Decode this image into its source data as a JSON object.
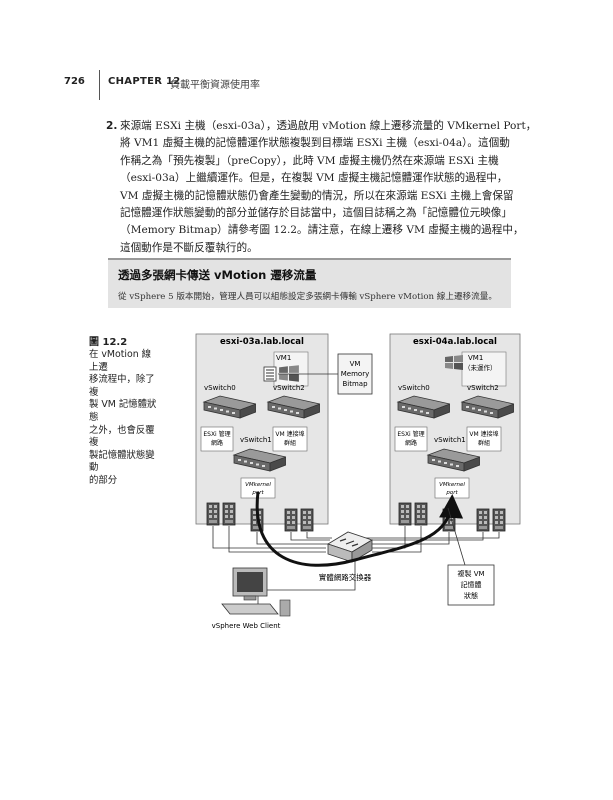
{
  "header": {
    "page_number": "726",
    "chapter": "CHAPTER 12",
    "chapter_title": "負載平衡資源使用率"
  },
  "paragraph": {
    "number": "2.",
    "lines": [
      "來源端 ESXi 主機（esxi-03a），透過啟用 vMotion 線上遷移流量的 VMkernel Port，",
      "將 VM1 虛擬主機的記憶體運作狀態複製到目標端 ESXi 主機（esxi-04a）。這個動",
      "作稱之為「預先複製」（preCopy），此時 VM 虛擬主機仍然在來源端 ESXi 主機",
      "（esxi-03a）上繼續運作。但是，在複製 VM 虛擬主機記憶體運作狀態的過程中，",
      "VM 虛擬主機的記憶體狀態仍會產生變動的情況，所以在來源端 ESXi 主機上會保留",
      "記憶體運作狀態變動的部分並儲存於目誌當中，這個目誌稱之為「記憶體位元映像」",
      "（Memory Bitmap）請參考圖 12.2。請注意，在線上遷移 VM 虛擬主機的過程中，",
      "這個動作是不斷反覆執行的。"
    ]
  },
  "tip": {
    "title": "透過多張網卡傳送 vMotion 遷移流量",
    "text": "從 vSphere 5 版本開始，管理人員可以組態設定多張網卡傳輸 vSphere vMotion 線上遷移流量。"
  },
  "figure": {
    "label": "圖 12.2",
    "caption_lines": [
      "在 vMotion 線上遷",
      "移流程中，除了複",
      "製 VM 記憶體狀態",
      "之外，也會反覆複",
      "製記憶體狀態變動",
      "的部分"
    ],
    "source_host": {
      "title": "esxi-03a.lab.local",
      "vm": "VM1",
      "vswitch0": "vSwitch0",
      "vswitch2": "vSwitch2",
      "vswitch1": "vSwitch1",
      "mgmt_net": [
        "ESXi 管理",
        "網路"
      ],
      "vm_portgroup": [
        "VM 連接埠",
        "群組"
      ],
      "vmkernel": [
        "VMkernel",
        "port"
      ]
    },
    "bitmap_label": [
      "VM",
      "Memory",
      "Bitmap"
    ],
    "target_host": {
      "title": "esxi-04a.lab.local",
      "vm": "VM1",
      "vm_status": "（未運作）",
      "vswitch0": "vSwitch0",
      "vswitch2": "vSwitch2",
      "vswitch1": "vSwitch1",
      "mgmt_net": [
        "ESXi 管理",
        "網路"
      ],
      "vm_portgroup": [
        "VM 連接埠",
        "群組"
      ],
      "vmkernel": [
        "VMkernel",
        "port"
      ]
    },
    "physical_switch": "實體網路交換器",
    "copy_label": [
      "複製 VM",
      "記憶體",
      "狀態"
    ],
    "client_label": "vSphere Web Client"
  }
}
